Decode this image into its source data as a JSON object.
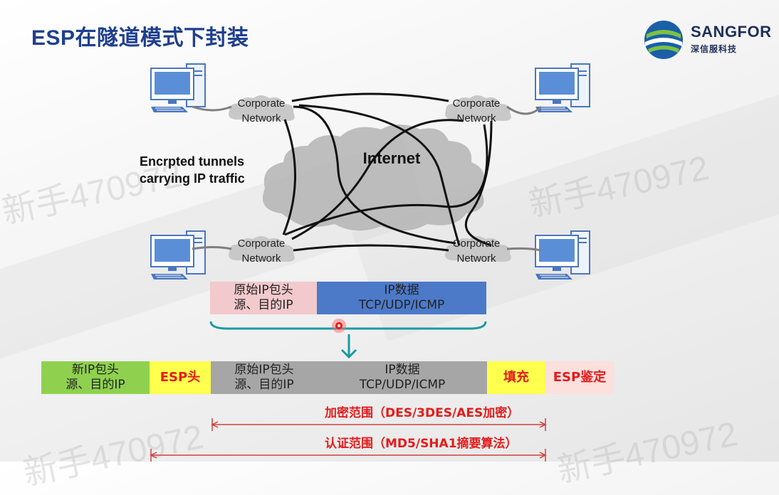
{
  "title": "ESP在隧道模式下封装",
  "logo": {
    "name": "SANGFOR",
    "subtitle": "深信服科技"
  },
  "watermark": "新手470972",
  "network": {
    "cloud_label": "Internet",
    "node_label_line1": "Corporate",
    "node_label_line2": "Network",
    "tunnel_label_line1": "Encrpted tunnels",
    "tunnel_label_line2": "carrying IP traffic"
  },
  "original_packet": {
    "header_line1": "原始IP包头",
    "header_line2": "源、目的IP",
    "data_line1": "IP数据",
    "data_line2": "TCP/UDP/ICMP"
  },
  "esp_packet": {
    "new_header_line1": "新IP包头",
    "new_header_line2": "源、目的IP",
    "esp_header": "ESP头",
    "orig_header_line1": "原始IP包头",
    "orig_header_line2": "源、目的IP",
    "data_line1": "IP数据",
    "data_line2": "TCP/UDP/ICMP",
    "padding": "填充",
    "esp_auth": "ESP鉴定"
  },
  "ranges": {
    "encryption": "加密范围（DES/3DES/AES加密）",
    "authentication": "认证范围（MD5/SHA1摘要算法）"
  },
  "colors": {
    "title": "#1f3f8f",
    "pink": "#f2c9cc",
    "blue": "#4c7ac8",
    "green": "#8fd14f",
    "yellow": "#ffff4d",
    "grey": "#a6a6a6",
    "light_pink": "#fbe0dc",
    "red": "#e41b1b",
    "teal": "#1b9aa0"
  },
  "icons": [
    "computer-icon",
    "cloud-icon",
    "sangfor-logo-icon",
    "arrow-down-icon",
    "pointer-dot-icon"
  ]
}
